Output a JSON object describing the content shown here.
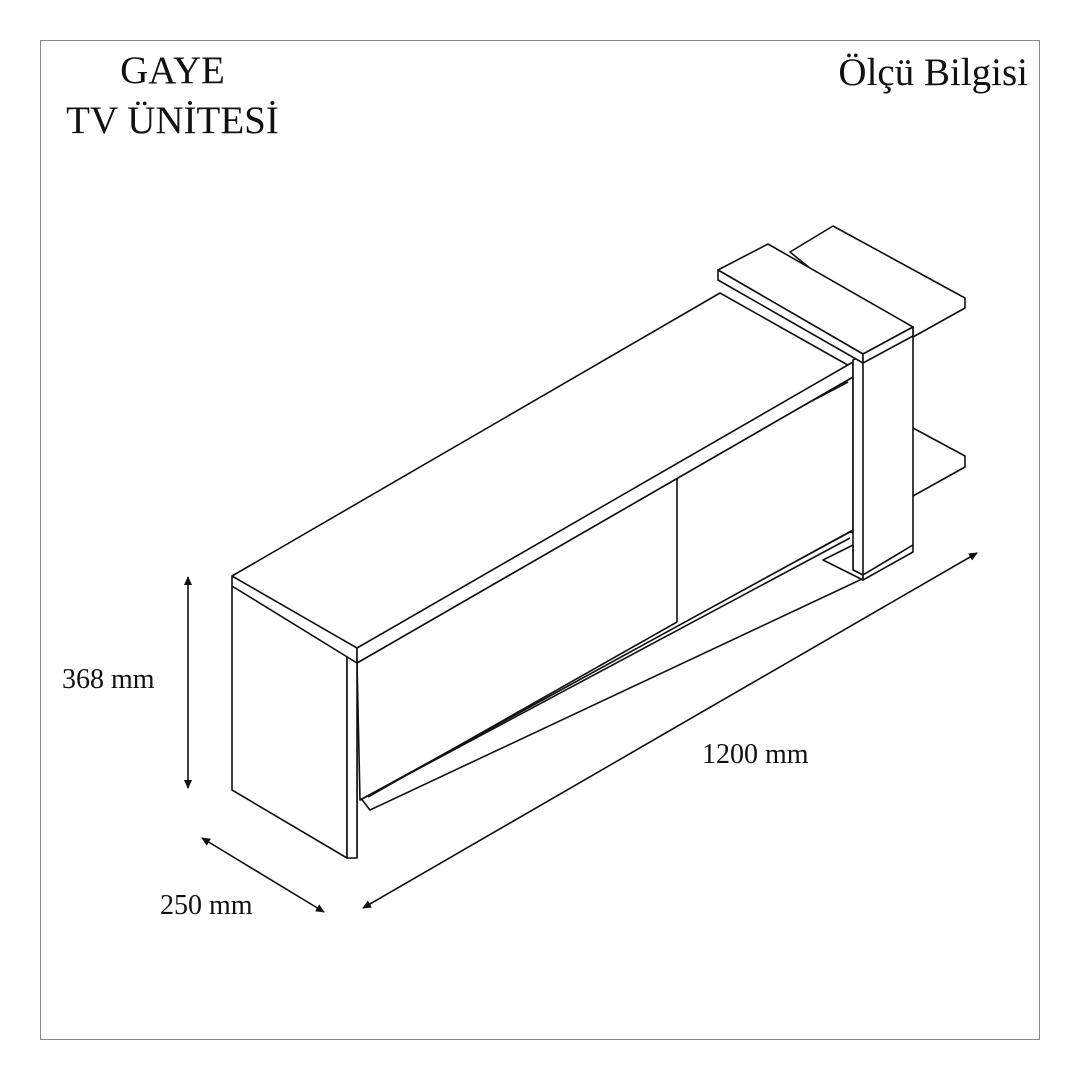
{
  "product": {
    "name": "GAYE",
    "type": "TV ÜNİTESİ"
  },
  "header": {
    "section_title": "Ölçü Bilgisi"
  },
  "dimensions": {
    "height": "368 mm",
    "width": "1200 mm",
    "depth": "250 mm"
  },
  "colors": {
    "line": "#111111",
    "frame": "#8a8a8a"
  }
}
